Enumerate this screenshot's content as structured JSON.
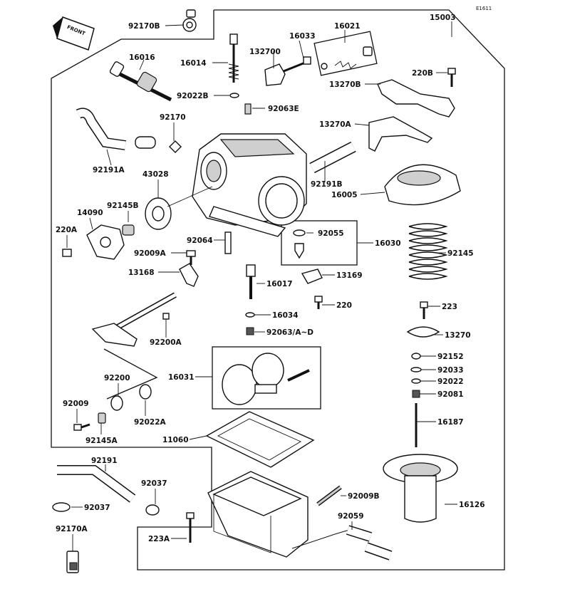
{
  "diagram": {
    "ref_code": "E1611",
    "front_label": "FRONT",
    "part_labels": [
      "15003",
      "92170B",
      "16016",
      "16014",
      "132700",
      "16033",
      "16021",
      "13270B",
      "220B",
      "92022B",
      "92063E",
      "92170",
      "13270A",
      "92191A",
      "43028",
      "92191B",
      "16005",
      "14090",
      "92145B",
      "220A",
      "92064",
      "92055",
      "16030",
      "92145",
      "92009A",
      "13168",
      "16017",
      "13169",
      "220",
      "16034",
      "92063/A~D",
      "223",
      "13270",
      "92200A",
      "92152",
      "16031",
      "92033",
      "92022",
      "92200",
      "92081",
      "92009",
      "92022A",
      "92145A",
      "16187",
      "11060",
      "92191",
      "92037",
      "92037",
      "92009B",
      "16126",
      "92059",
      "92170A",
      "223A"
    ]
  }
}
